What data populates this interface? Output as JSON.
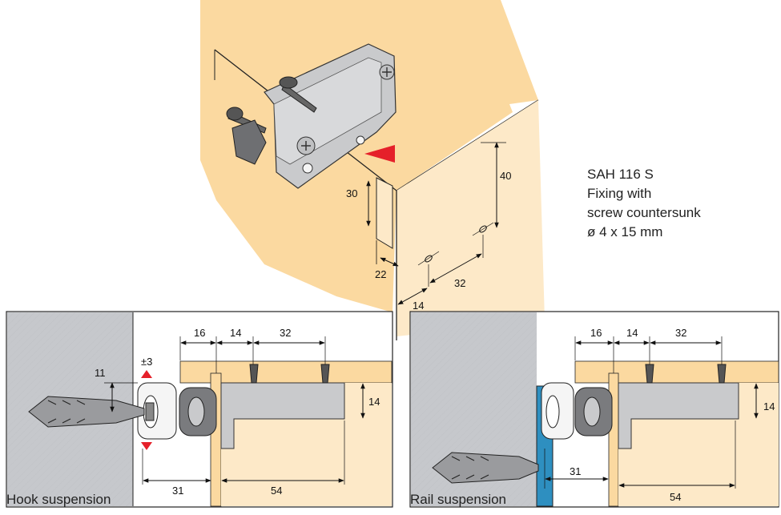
{
  "product": {
    "model": "SAH 116 S",
    "line1": "Fixing with",
    "line2": "screw countersunk",
    "line3": "ø 4 x 15 mm"
  },
  "top_view": {
    "dim_30": "30",
    "dim_40": "40",
    "dim_22": "22",
    "dim_32": "32",
    "dim_14": "14"
  },
  "hook_panel": {
    "caption": "Hook suspension",
    "dim_16": "16",
    "dim_14_top": "14",
    "dim_32": "32",
    "dim_pm3": "±3",
    "dim_11": "11",
    "dim_14_right": "14",
    "dim_31": "31",
    "dim_54": "54"
  },
  "rail_panel": {
    "caption": "Rail suspension",
    "dim_16": "16",
    "dim_14_top": "14",
    "dim_32": "32",
    "dim_14_right": "14",
    "dim_31": "31",
    "dim_54": "54"
  },
  "colors": {
    "wood": "#fbd9a0",
    "wood_light": "#fde9c8",
    "metal": "#c9cacc",
    "wall": "#c6c8cc",
    "rail": "#2e8fc0",
    "marker": "#e5202a"
  }
}
